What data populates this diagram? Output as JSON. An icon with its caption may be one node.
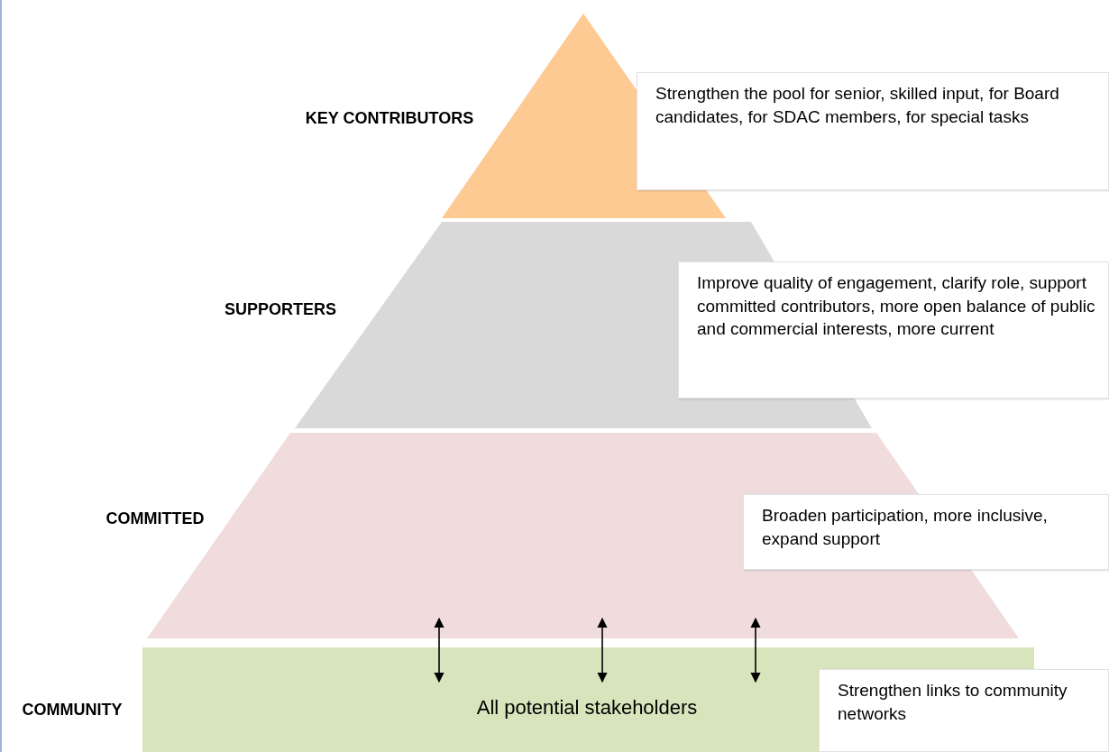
{
  "diagram": {
    "nodes": [
      {
        "text": [
          "KEY CONTRIBUTORS"
        ]
      },
      {
        "text": [
          "Strengthen the pool for senior, skilled input, for Board candidates, for SDAC members, for special tasks"
        ]
      },
      {
        "text": [
          "SUPPORTERS"
        ]
      },
      {
        "text": [
          "Improve quality of engagement, clarify role, support committed contributors, more open balance of public and commercial interests, more current"
        ]
      },
      {
        "text": [
          "COMMITTED"
        ]
      },
      {
        "text": [
          "Broaden participation, more inclusive, expand support"
        ]
      },
      {
        "text": [
          "COMMUNITY",
          "All potential stakeholders"
        ]
      },
      {
        "text": [
          "Strengthen links to community networks"
        ]
      }
    ],
    "edges": [
      {
        "from": 4,
        "to": 6,
        "arrow": "both"
      },
      {
        "from": 4,
        "to": 6,
        "arrow": "both"
      },
      {
        "from": 4,
        "to": 6,
        "arrow": "both"
      }
    ]
  }
}
